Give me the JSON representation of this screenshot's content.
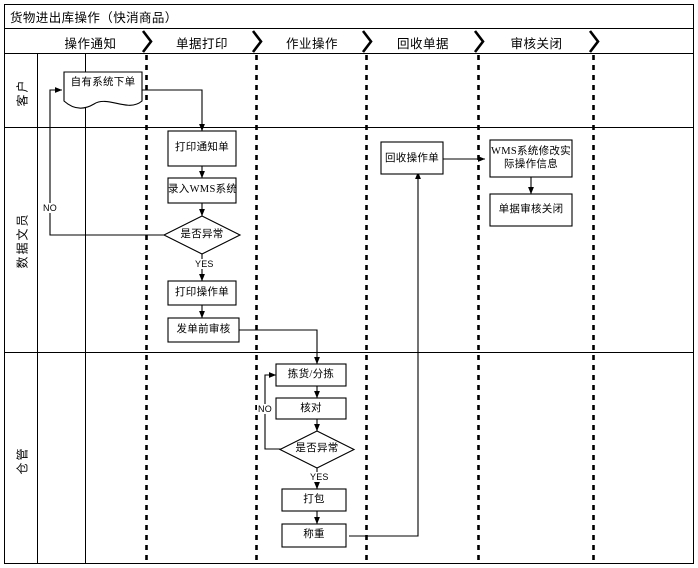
{
  "diagram": {
    "title": "货物进出库操作（快消商品）",
    "type": "cross-functional-flowchart",
    "colors": {
      "line": "#000000",
      "node_stroke": "#000000",
      "node_fill": "#ffffff",
      "divider_dashed": "#000000",
      "background": "#ffffff"
    },
    "phases": [
      {
        "id": "phase-1",
        "label": "操作通知"
      },
      {
        "id": "phase-2",
        "label": "单据打印"
      },
      {
        "id": "phase-3",
        "label": "作业操作"
      },
      {
        "id": "phase-4",
        "label": "回收单据"
      },
      {
        "id": "phase-5",
        "label": "审核关闭"
      }
    ],
    "lanes": [
      {
        "id": "lane-customer",
        "label": "客户"
      },
      {
        "id": "lane-data-clerk",
        "label": "数据文员"
      },
      {
        "id": "lane-warehouse",
        "label": "仓管"
      }
    ],
    "nodes": [
      {
        "id": "node-order",
        "label": "自有系统下单",
        "shape": "document",
        "lane": "lane-customer",
        "phase": "phase-1"
      },
      {
        "id": "node-print-notice",
        "label": "打印通知单",
        "shape": "process",
        "lane": "lane-data-clerk",
        "phase": "phase-2"
      },
      {
        "id": "node-enter-wms",
        "label": "录入WMS系统",
        "shape": "process",
        "lane": "lane-data-clerk",
        "phase": "phase-2"
      },
      {
        "id": "node-decision-1",
        "label": "是否异常",
        "shape": "decision",
        "lane": "lane-data-clerk",
        "phase": "phase-2"
      },
      {
        "id": "node-print-op",
        "label": "打印操作单",
        "shape": "process",
        "lane": "lane-data-clerk",
        "phase": "phase-2"
      },
      {
        "id": "node-pre-audit",
        "label": "发单前审核",
        "shape": "process",
        "lane": "lane-data-clerk",
        "phase": "phase-2"
      },
      {
        "id": "node-pick",
        "label": "拣货/分拣",
        "shape": "process",
        "lane": "lane-warehouse",
        "phase": "phase-3"
      },
      {
        "id": "node-check",
        "label": "核对",
        "shape": "process",
        "lane": "lane-warehouse",
        "phase": "phase-3"
      },
      {
        "id": "node-decision-2",
        "label": "是否异常",
        "shape": "decision",
        "lane": "lane-warehouse",
        "phase": "phase-3"
      },
      {
        "id": "node-pack",
        "label": "打包",
        "shape": "process",
        "lane": "lane-warehouse",
        "phase": "phase-3"
      },
      {
        "id": "node-weigh",
        "label": "称重",
        "shape": "process",
        "lane": "lane-warehouse",
        "phase": "phase-3"
      },
      {
        "id": "node-recycle",
        "label": "回收操作单",
        "shape": "process",
        "lane": "lane-data-clerk",
        "phase": "phase-4"
      },
      {
        "id": "node-wms-modify",
        "label": "WMS系统修改实际操作信息",
        "label_line1": "WMS系统修改实",
        "label_line2": "际操作信息",
        "shape": "process",
        "lane": "lane-data-clerk",
        "phase": "phase-5"
      },
      {
        "id": "node-audit-close",
        "label": "单据审核关闭",
        "shape": "process",
        "lane": "lane-data-clerk",
        "phase": "phase-5"
      }
    ],
    "edges": [
      {
        "id": "edge-order-print",
        "from": "node-order",
        "to": "node-print-notice",
        "label": ""
      },
      {
        "id": "edge-print-wms",
        "from": "node-print-notice",
        "to": "node-enter-wms",
        "label": ""
      },
      {
        "id": "edge-wms-decision",
        "from": "node-enter-wms",
        "to": "node-decision-1",
        "label": ""
      },
      {
        "id": "edge-decision1-no",
        "from": "node-decision-1",
        "to": "node-order",
        "label": "NO"
      },
      {
        "id": "edge-decision1-yes",
        "from": "node-decision-1",
        "to": "node-print-op",
        "label": "YES"
      },
      {
        "id": "edge-printop-audit",
        "from": "node-print-op",
        "to": "node-pre-audit",
        "label": ""
      },
      {
        "id": "edge-audit-pick",
        "from": "node-pre-audit",
        "to": "node-pick",
        "label": ""
      },
      {
        "id": "edge-pick-check",
        "from": "node-pick",
        "to": "node-check",
        "label": ""
      },
      {
        "id": "edge-check-decision",
        "from": "node-check",
        "to": "node-decision-2",
        "label": ""
      },
      {
        "id": "edge-decision2-no",
        "from": "node-decision-2",
        "to": "node-pick",
        "label": "NO"
      },
      {
        "id": "edge-decision2-yes",
        "from": "node-decision-2",
        "to": "node-pack",
        "label": "YES"
      },
      {
        "id": "edge-pack-weigh",
        "from": "node-pack",
        "to": "node-weigh",
        "label": ""
      },
      {
        "id": "edge-weigh-recycle",
        "from": "node-weigh",
        "to": "node-recycle",
        "label": ""
      },
      {
        "id": "edge-recycle-wms",
        "from": "node-recycle",
        "to": "node-wms-modify",
        "label": ""
      },
      {
        "id": "edge-wms-close",
        "from": "node-wms-modify",
        "to": "node-audit-close",
        "label": ""
      }
    ],
    "edge_labels": {
      "no_1": "NO",
      "yes_1": "YES",
      "no_2": "NO",
      "yes_2": "YES"
    }
  }
}
